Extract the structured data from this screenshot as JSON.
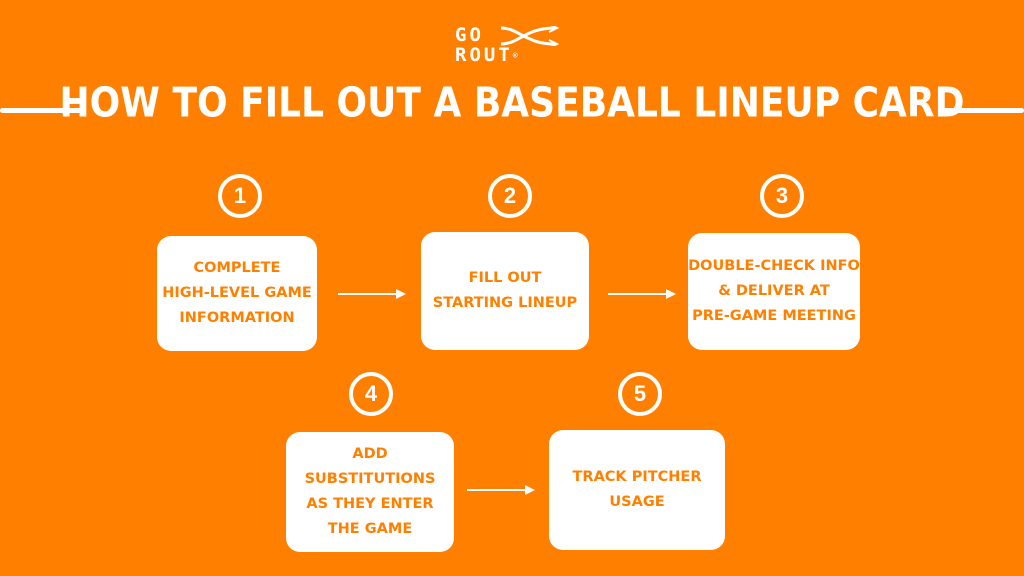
{
  "logo": {
    "line1": "GO",
    "line2": "ROUT",
    "mark": "®"
  },
  "title": "HOW TO FILL OUT A BASEBALL LINEUP CARD",
  "steps": [
    {
      "number": "1",
      "text": "COMPLETE\nHIGH-LEVEL GAME\nINFORMATION"
    },
    {
      "number": "2",
      "text": "FILL OUT\nSTARTING LINEUP"
    },
    {
      "number": "3",
      "text": "DOUBLE-CHECK INFO\n& DELIVER AT\nPRE-GAME MEETING"
    },
    {
      "number": "4",
      "text": "ADD SUBSTITUTIONS\nAS THEY ENTER\nTHE GAME"
    },
    {
      "number": "5",
      "text": "TRACK PITCHER\nUSAGE"
    }
  ],
  "colors": {
    "background": "#FF8000",
    "box": "#FFFFFF",
    "box_text": "#FF8000"
  },
  "icons": {
    "connector": "arrow-right-icon",
    "logo_mark": "crossed-arrows-icon"
  }
}
